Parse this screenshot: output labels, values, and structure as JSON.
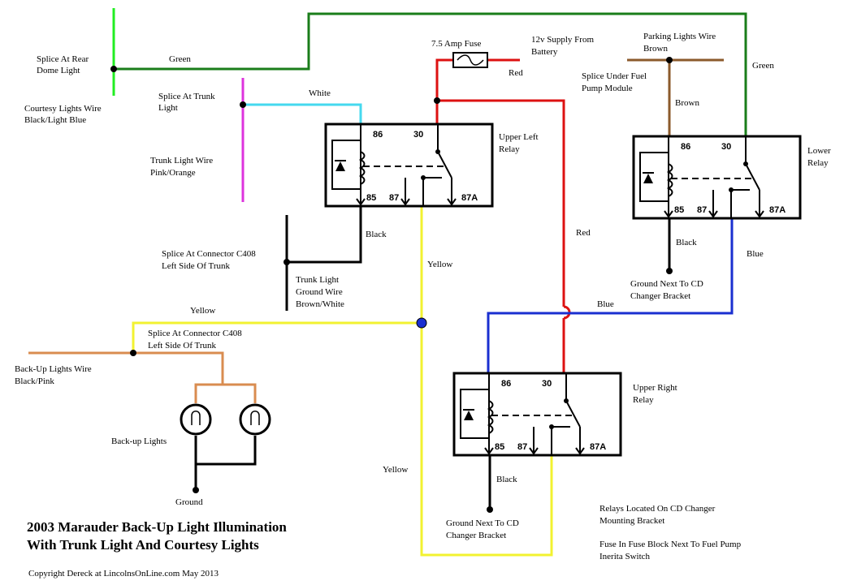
{
  "title": {
    "line1": "2003 Marauder Back-Up Light Illumination",
    "line2": "With Trunk Light And Courtesy Lights"
  },
  "copyright": "Copyright Dereck at LincolnsOnLine.com May 2013",
  "colors": {
    "green": "#1a7d1a",
    "bright_green": "#22ee22",
    "cyan": "#45d9ef",
    "magenta": "#dd33dd",
    "red": "#dd1111",
    "yellow": "#f2f230",
    "blue": "#1a2fd0",
    "brown": "#8b5a2b",
    "orange": "#d98c50",
    "black": "#000000"
  },
  "relay_pins": {
    "p86": "86",
    "p30": "30",
    "p85": "85",
    "p87": "87",
    "p87a": "87A"
  },
  "relays": {
    "upper_left": {
      "line1": "Upper Left",
      "line2": "Relay"
    },
    "lower": {
      "line1": "Lower",
      "line2": "Relay"
    },
    "upper_right": {
      "line1": "Upper Right",
      "line2": "Relay"
    }
  },
  "fuse": {
    "label": "7.5 Amp Fuse"
  },
  "supply": {
    "line1": "12v Supply From",
    "line2": "Battery"
  },
  "wires": {
    "green_top": "Green",
    "green_right": "Green",
    "white": "White",
    "red_top": "Red",
    "red_mid": "Red",
    "brown": "Brown",
    "black_ul": "Black",
    "black_lower": "Black",
    "black_ur": "Black",
    "yellow_mid": "Yellow",
    "yellow_left": "Yellow",
    "yellow_bottom": "Yellow",
    "blue_right": "Blue",
    "blue_mid": "Blue"
  },
  "labels": {
    "dome_splice": {
      "line1": "Splice At Rear",
      "line2": "Dome Light"
    },
    "courtesy_wire": {
      "line1": "Courtesy Lights Wire",
      "line2": "Black/Light Blue"
    },
    "trunk_splice": {
      "line1": "Splice At Trunk",
      "line2": "Light"
    },
    "trunk_wire": {
      "line1": "Trunk Light Wire",
      "line2": "Pink/Orange"
    },
    "parking_wire": {
      "line1": "Parking Lights Wire",
      "line2": "Brown"
    },
    "fuel_pump_splice": {
      "line1": "Splice Under Fuel",
      "line2": "Pump Module"
    },
    "c408_upper": {
      "line1": "Splice At Connector C408",
      "line2": "Left Side Of Trunk"
    },
    "trunk_ground": {
      "line1": "Trunk Light",
      "line2": "Ground Wire",
      "line3": "Brown/White"
    },
    "c408_lower": {
      "line1": "Splice At Connector C408",
      "line2": "Left Side Of Trunk"
    },
    "backup_wire": {
      "line1": "Back-Up Lights Wire",
      "line2": "Black/Pink"
    },
    "backup_lights": "Back-up Lights",
    "ground": "Ground",
    "ground_cd_right": {
      "line1": "Ground Next To CD",
      "line2": "Changer Bracket"
    },
    "ground_cd_bottom": {
      "line1": "Ground Next To CD",
      "line2": "Changer Bracket"
    },
    "note_relays": {
      "line1": "Relays Located On CD Changer",
      "line2": "Mounting Bracket"
    },
    "note_fuse": {
      "line1": "Fuse In Fuse Block Next To Fuel Pump",
      "line2": "Inerita Switch"
    }
  }
}
